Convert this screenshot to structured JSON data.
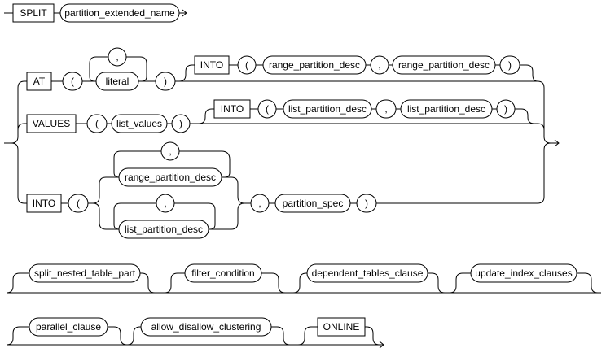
{
  "diagram": {
    "keywords": {
      "split": "SPLIT",
      "at": "AT",
      "values": "VALUES",
      "into": "INTO",
      "online": "ONLINE"
    },
    "nonterminals": {
      "partition_extended_name": "partition_extended_name",
      "literal": "literal",
      "range_partition_desc": "range_partition_desc",
      "list_values": "list_values",
      "list_partition_desc": "list_partition_desc",
      "partition_spec": "partition_spec",
      "split_nested_table_part": "split_nested_table_part",
      "filter_condition": "filter_condition",
      "dependent_tables_clause": "dependent_tables_clause",
      "update_index_clauses": "update_index_clauses",
      "parallel_clause": "parallel_clause",
      "allow_disallow_clustering": "allow_disallow_clustering"
    },
    "symbols": {
      "open_paren": "(",
      "close_paren": ")",
      "comma": ","
    }
  }
}
